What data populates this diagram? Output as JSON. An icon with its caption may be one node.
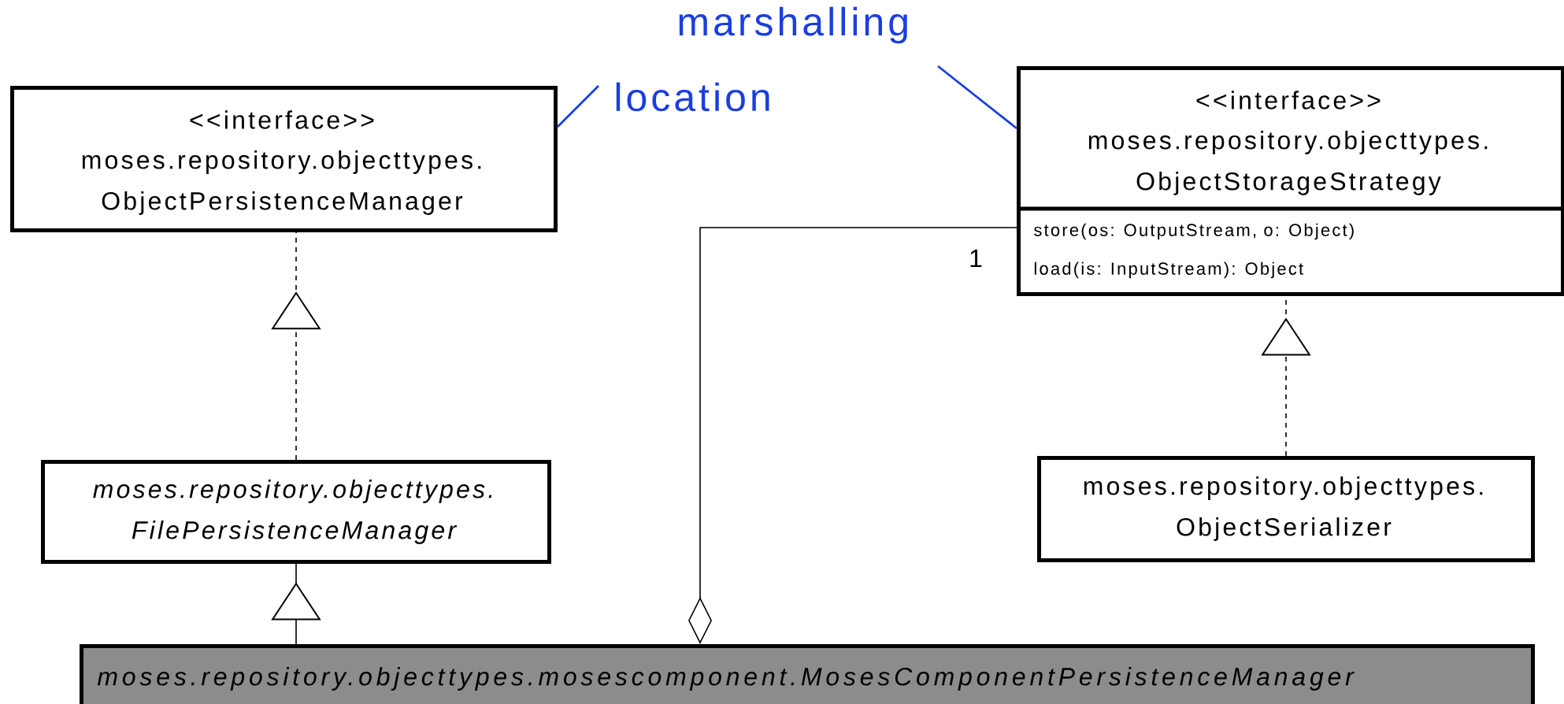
{
  "diagram": {
    "nodes": [
      {
        "text": [
          "<<interface>>",
          "moses.repository.objecttypes. ObjectPersistenceManager"
        ]
      },
      {
        "text": [
          "<<interface>>",
          "moses.repository.objecttypes. ObjectStorageStrategy",
          "store(os: OutputStream, o: Object)",
          "load(is: InputStream): Object"
        ]
      },
      {
        "text": [
          "moses.repository.objecttypes. FilePersistenceManager"
        ]
      },
      {
        "text": [
          "moses.repository.objecttypes. ObjectSerializer"
        ]
      },
      {
        "text": [
          "moses.repository.objecttypes.mosescomponent.MosesComponentPersistenceManager"
        ]
      },
      {
        "text": [
          "location"
        ]
      },
      {
        "text": [
          "marshalling"
        ]
      }
    ],
    "edges": [
      {
        "from": 2,
        "to": 0,
        "arrow": "to",
        "style": "dashed"
      },
      {
        "from": 3,
        "to": 1,
        "arrow": "to",
        "style": "dashed"
      },
      {
        "from": 4,
        "to": 2,
        "arrow": "to"
      },
      {
        "from": 4,
        "to": 1,
        "arrow": "other",
        "label": "1"
      },
      {
        "from": 5,
        "to": 0,
        "arrow": "none",
        "color": "#1a3ee0"
      },
      {
        "from": 6,
        "to": 1,
        "arrow": "none",
        "color": "#1a3ee0"
      }
    ]
  }
}
